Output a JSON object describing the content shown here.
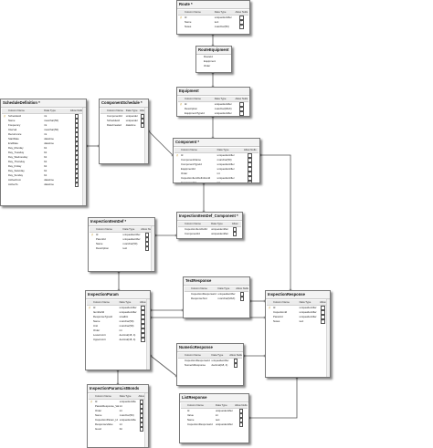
{
  "tables": [
    {
      "key": "route",
      "title": "Route *",
      "headers": [
        "",
        "Column Name",
        "Data Type",
        "Allow Nulls"
      ],
      "rows": [
        {
          "key": true,
          "name": "Id",
          "type": "uniqueidentifier",
          "nulls": false
        },
        {
          "key": false,
          "name": "Name",
          "type": "text",
          "nulls": true
        },
        {
          "key": false,
          "name": "Notes",
          "type": "nvarchar(50)",
          "nulls": true
        }
      ]
    },
    {
      "key": "route_equipment",
      "title": "RouteEquipment",
      "headers": [],
      "rows": [
        {
          "key": false,
          "name": "RouteId",
          "type": "",
          "nulls": null
        },
        {
          "key": false,
          "name": "EquipmentId",
          "type": "",
          "nulls": null
        },
        {
          "key": false,
          "name": "Order",
          "type": "",
          "nulls": null
        }
      ]
    },
    {
      "key": "equipment",
      "title": "Equipment",
      "headers": [
        "",
        "Column Name",
        "Data Type",
        "Allow Nulls"
      ],
      "rows": [
        {
          "key": true,
          "name": "Id",
          "type": "uniqueidentifier",
          "nulls": false
        },
        {
          "key": false,
          "name": "Description",
          "type": "nvarchar(MAX)",
          "nulls": true
        },
        {
          "key": false,
          "name": "EquipmentTypeId",
          "type": "uniqueidentifier",
          "nulls": false
        },
        {
          "key": false,
          "name": "Name",
          "type": "nvarchar(50)",
          "nulls": true
        }
      ]
    },
    {
      "key": "component_schedule",
      "title": "ComponentSchedule *",
      "headers": [
        "",
        "Column Name",
        "Data Type",
        "Allow Nulls"
      ],
      "rows": [
        {
          "key": false,
          "name": "ComponentId",
          "type": "uniqueidentifier",
          "nulls": false
        },
        {
          "key": false,
          "name": "ScheduleId",
          "type": "uniqueidentifier",
          "nulls": false
        },
        {
          "key": false,
          "name": "DateCreated",
          "type": "datetime",
          "nulls": false
        }
      ]
    },
    {
      "key": "schedule_definition",
      "title": "ScheduleDefinition *",
      "headers": [
        "",
        "Column Name",
        "Data Type",
        "Allow Nulls"
      ],
      "rows": [
        {
          "key": true,
          "name": "ScheduleId",
          "type": "int",
          "nulls": false
        },
        {
          "key": false,
          "name": "Name",
          "type": "nvarchar(50)",
          "nulls": false
        },
        {
          "key": false,
          "name": "Frequency",
          "type": "int",
          "nulls": false
        },
        {
          "key": false,
          "name": "Interval",
          "type": "nvarchar(50)",
          "nulls": false
        },
        {
          "key": false,
          "name": "Recurrence",
          "type": "int",
          "nulls": false
        },
        {
          "key": false,
          "name": "StartDate",
          "type": "datetime",
          "nulls": false
        },
        {
          "key": false,
          "name": "EndDate",
          "type": "datetime",
          "nulls": true
        },
        {
          "key": false,
          "name": "Day_Monday",
          "type": "bit",
          "nulls": true
        },
        {
          "key": false,
          "name": "Day_Tuesday",
          "type": "bit",
          "nulls": true
        },
        {
          "key": false,
          "name": "Day_Wednesday",
          "type": "bit",
          "nulls": true
        },
        {
          "key": false,
          "name": "Day_Thursday",
          "type": "bit",
          "nulls": true
        },
        {
          "key": false,
          "name": "Day_Friday",
          "type": "bit",
          "nulls": true
        },
        {
          "key": false,
          "name": "Day_Saturday",
          "type": "bit",
          "nulls": true
        },
        {
          "key": false,
          "name": "Day_Sunday",
          "type": "bit",
          "nulls": true
        },
        {
          "key": false,
          "name": "ActiveFrom",
          "type": "datetime",
          "nulls": true
        },
        {
          "key": false,
          "name": "ActiveTo",
          "type": "datetime",
          "nulls": true
        }
      ]
    },
    {
      "key": "component",
      "title": "Component *",
      "headers": [
        "",
        "Column Name",
        "Data Type",
        "Allow Nulls"
      ],
      "rows": [
        {
          "key": true,
          "name": "Id",
          "type": "uniqueidentifier",
          "nulls": false
        },
        {
          "key": false,
          "name": "ComponentName",
          "type": "nvarchar(50)",
          "nulls": true
        },
        {
          "key": false,
          "name": "ComponentTypeId",
          "type": "uniqueidentifier",
          "nulls": false
        },
        {
          "key": false,
          "name": "EquipmentId",
          "type": "uniqueidentifier",
          "nulls": false
        },
        {
          "key": false,
          "name": "Order",
          "type": "int",
          "nulls": true
        },
        {
          "key": false,
          "name": "InspectionItemDefinitionId",
          "type": "uniqueidentifier",
          "nulls": true
        },
        {
          "key": false,
          "name": "ComponentId",
          "type": "int",
          "nulls": true
        }
      ]
    },
    {
      "key": "inspection_item_component",
      "title": "InspectionItemDef_Component *",
      "headers": [
        "",
        "Column Name",
        "Data Type",
        "Allow Nulls"
      ],
      "rows": [
        {
          "key": false,
          "name": "InspectionItemDefId",
          "type": "uniqueidentifier",
          "nulls": false
        },
        {
          "key": false,
          "name": "ComponentId",
          "type": "uniqueidentifier",
          "nulls": false
        }
      ]
    },
    {
      "key": "inspection_item_def",
      "title": "InspectionItemDef *",
      "headers": [
        "",
        "Column Name",
        "Data Type",
        "Allow Nulls"
      ],
      "rows": [
        {
          "key": true,
          "name": "Id",
          "type": "uniqueidentifier",
          "nulls": false
        },
        {
          "key": false,
          "name": "ParentId",
          "type": "uniqueidentifier",
          "nulls": true
        },
        {
          "key": false,
          "name": "Name",
          "type": "nvarchar(50)",
          "nulls": false
        },
        {
          "key": false,
          "name": "Description",
          "type": "text",
          "nulls": true
        }
      ]
    },
    {
      "key": "text_response",
      "title": "TextResponse",
      "headers": [
        "",
        "Column Name",
        "Data Type",
        "Allow Nulls"
      ],
      "rows": [
        {
          "key": false,
          "name": "InspectionResponseId",
          "type": "uniqueidentifier",
          "nulls": false
        },
        {
          "key": false,
          "name": "ResponseText",
          "type": "nvarchar(MAX)",
          "nulls": true
        }
      ]
    },
    {
      "key": "inspection_param",
      "title": "InspectionParam",
      "headers": [
        "",
        "Column Name",
        "Data Type",
        "Allow Nulls"
      ],
      "rows": [
        {
          "key": true,
          "name": "Id",
          "type": "uniqueidentifier",
          "nulls": false
        },
        {
          "key": false,
          "name": "ItemDefId",
          "type": "uniqueidentifier",
          "nulls": false
        },
        {
          "key": false,
          "name": "ResponseTypeId",
          "type": "smallint",
          "nulls": false
        },
        {
          "key": false,
          "name": "Name",
          "type": "nvarchar(50)",
          "nulls": false
        },
        {
          "key": false,
          "name": "Unit",
          "type": "nvarchar(50)",
          "nulls": true
        },
        {
          "key": false,
          "name": "Order",
          "type": "int",
          "nulls": false
        },
        {
          "key": false,
          "name": "LowerLimit",
          "type": "decimal(18, 4)",
          "nulls": true
        },
        {
          "key": false,
          "name": "UpperLimit",
          "type": "decimal(18, 4)",
          "nulls": true
        }
      ]
    },
    {
      "key": "inspection_response",
      "title": "InspectionResponse",
      "headers": [
        "",
        "Column Name",
        "Data Type",
        "Allow Nulls"
      ],
      "rows": [
        {
          "key": true,
          "name": "Id",
          "type": "uniqueidentifier",
          "nulls": false
        },
        {
          "key": false,
          "name": "InspectionId",
          "type": "uniqueidentifier",
          "nulls": false
        },
        {
          "key": false,
          "name": "ParamId",
          "type": "uniqueidentifier",
          "nulls": false
        },
        {
          "key": false,
          "name": "Notes",
          "type": "text",
          "nulls": true
        }
      ]
    },
    {
      "key": "numeric_response",
      "title": "NumericResponse",
      "headers": [
        "",
        "Column Name",
        "Data Type",
        "Allow Nulls"
      ],
      "rows": [
        {
          "key": false,
          "name": "InspectionResponseId",
          "type": "uniqueidentifier",
          "nulls": false
        },
        {
          "key": false,
          "name": "NumericResponse",
          "type": "decimal(18, 4)",
          "nulls": true
        },
        {
          "key": false,
          "name": "",
          "type": "",
          "nulls": null
        }
      ]
    },
    {
      "key": "inspection_param_list_bonds",
      "title": "InspectionParamListBonds",
      "headers": [
        "",
        "Column Name",
        "Data Type",
        "Allow Nulls"
      ],
      "rows": [
        {
          "key": true,
          "name": "Id",
          "type": "uniqueidentifier",
          "nulls": false
        },
        {
          "key": false,
          "name": "ParamResponse_Value",
          "type": "int",
          "nulls": false
        },
        {
          "key": false,
          "name": "Order",
          "type": "int",
          "nulls": false
        },
        {
          "key": false,
          "name": "Name",
          "type": "nvarchar(50)",
          "nulls": false
        },
        {
          "key": false,
          "name": "InspectionParam_Id",
          "type": "uniqueidentifier",
          "nulls": false
        },
        {
          "key": false,
          "name": "ResponseValue",
          "type": "int",
          "nulls": false
        },
        {
          "key": false,
          "name": "Good",
          "type": "bit",
          "nulls": false
        }
      ]
    },
    {
      "key": "list_response",
      "title": "ListResponse",
      "headers": [
        "",
        "Column Name",
        "Data Type",
        "Allow Nulls"
      ],
      "rows": [
        {
          "key": false,
          "name": "Id",
          "type": "uniqueidentifier",
          "nulls": false
        },
        {
          "key": false,
          "name": "Value",
          "type": "int",
          "nulls": false
        },
        {
          "key": false,
          "name": "Name",
          "type": "text",
          "nulls": true
        },
        {
          "key": false,
          "name": "InspectionResponseId",
          "type": "uniqueidentifier",
          "nulls": false
        }
      ]
    }
  ]
}
